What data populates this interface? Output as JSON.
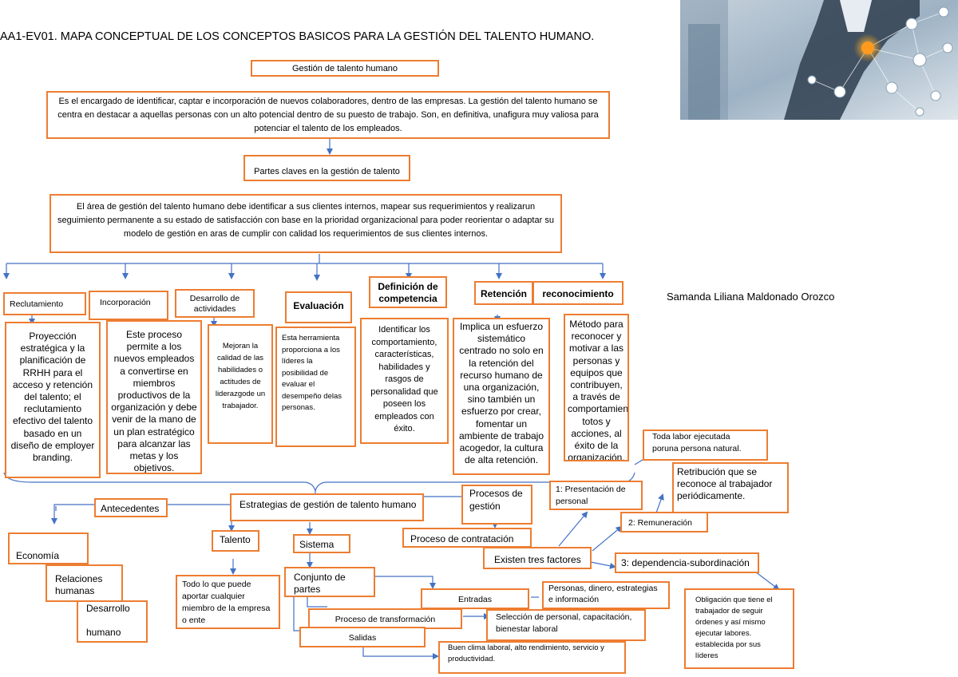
{
  "title": "AA1-EV01. MAPA CONCEPTUAL DE LOS CONCEPTOS BASICOS PARA LA GESTIÓN DEL TALENTO HUMANO.",
  "author": "Samanda Liliana Maldonado Orozco",
  "colors": {
    "box_border": "#ED7D31",
    "arrow": "#4472C4"
  },
  "nodes": {
    "root": "Gestión de talento humano",
    "definition": "Es el encargado de identificar, captar e incorporación de nuevos colaboradores, dentro de las empresas. La gestión del talento humano se centra en destacar a aquellas personas con un alto potencial dentro de su puesto de trabajo. Son, en definitiva, unafigura muy valiosa para potenciar el talento de los empleados.",
    "key_parts": "Partes claves en la gestión de talento humano",
    "area": "El área de gestión del talento humano debe identificar a sus clientes internos, mapear sus requerimientos y realizarun seguimiento permanente a su estado de satisfacción con base en la prioridad organizacional para poder reorientar o adaptar su modelo de gestión en aras de cumplir con calidad los requerimientos de sus clientes internos.",
    "categories": {
      "reclutamiento": {
        "label": "Reclutamiento",
        "text": "Proyección estratégica y la planificación de RRHH para el acceso y retención del talento; el reclutamiento efectivo del talento basado en un diseño de employer branding."
      },
      "incorporacion": {
        "label": "Incorporación",
        "text": "Este proceso permite a los nuevos empleados a convertirse en miembros productivos de la organización y debe venir de la mano de un plan estratégico para alcanzar las metas y los objetivos."
      },
      "desarrollo": {
        "label": "Desarrollo de actividades",
        "text": "Mejoran la calidad de las habilidades o actitudes de liderazgode un trabajador."
      },
      "evaluacion": {
        "label": "Evaluación",
        "text": "Esta herramienta proporciona a los líderes la posibilidad de evaluar el desempeño delas personas."
      },
      "competencia": {
        "label": "Definición de competencia",
        "text": "Identificar los comportamiento, características, habilidades y rasgos de personalidad que poseen los empleados con éxito."
      },
      "retencion": {
        "label": "Retención",
        "text": "Implica un esfuerzo sistemático centrado no solo en la retención del recurso humano de una organización, sino también un esfuerzo por crear, fomentar un ambiente de trabajo acogedor, la cultura de alta retención."
      },
      "reconocimiento": {
        "label": "reconocimiento",
        "text": "Método para reconocer y motivar a las personas y equipos que contribuyen, a través de comportamien totos y acciones, al éxito de la organización."
      }
    },
    "strategies": "Estrategias de gestión de talento humano",
    "antecedentes": "Antecedentes",
    "economia": "Economía",
    "relaciones": "Relaciones humanas",
    "desarrollo_humano_1": "Desarrollo",
    "desarrollo_humano_2": "humano",
    "talento": "Talento",
    "talento_text": "Todo lo que puede aportar cualquier miembro de la empresa o ente",
    "sistema": "Sistema",
    "conjunto": "Conjunto de partes",
    "entradas": "Entradas",
    "entradas_text": "Personas, dinero, estrategias e información",
    "transformacion": "Proceso de transformación",
    "transformacion_text": "Selección de personal, capacitación, bienestar laboral",
    "salidas": "Salidas",
    "salidas_text": "Buen clima laboral, alto rendimiento, servicio y productividad.",
    "procesos": "Procesos de gestión",
    "contratacion": "Proceso de contratación",
    "factores": "Existen tres factores",
    "f1": "1: Presentación de personal",
    "f1_text": "Toda labor ejecutada poruna persona natural.",
    "f2": "2: Remuneración",
    "f2_text": "Retribución que se reconoce al trabajador periódicamente.",
    "f3": "3: dependencia-subordinación",
    "f3_text": "Obligación que tiene el trabajador de seguir órdenes y así mismo ejecutar labores. establecida por sus líderes"
  }
}
